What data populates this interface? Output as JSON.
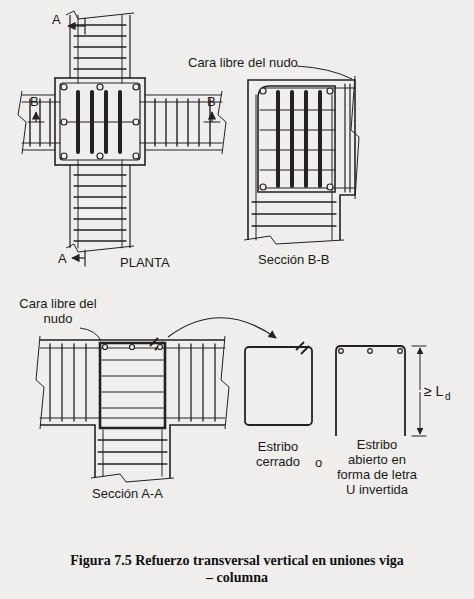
{
  "diagram": {
    "caption": "Figura 7.5 Refuerzo transversal vertical en uniones viga – columna",
    "labels": [
      "A",
      "B",
      "B",
      "Cara libre del nudo",
      "A",
      "PLANTA",
      "Sección B-B",
      "Cara libre del nudo",
      "Estribo cerrado",
      "o",
      "Estribo abierto en forma de letra U invertida",
      "≥ L",
      "d",
      "Sección A-A"
    ]
  }
}
